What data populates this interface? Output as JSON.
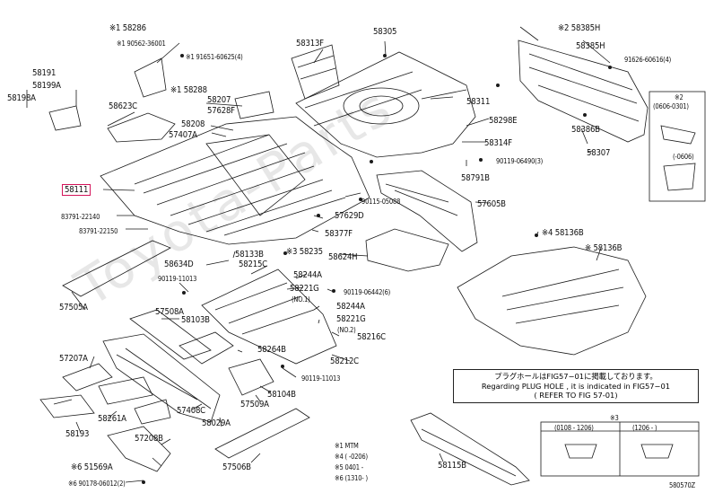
{
  "parts": {
    "p58286": "※1 58286",
    "p90562": "※1 90562-36001",
    "p91651": "※1 91651-60625(4)",
    "p58288": "※1 58288",
    "p58191": "58191",
    "p58199A": "58199A",
    "p58198A": "58198A",
    "p58623C": "58623C",
    "p58207": "58207",
    "p57628F": "57628F",
    "p58208": "58208",
    "p57407A": "57407A",
    "p58313F": "58313F",
    "p58305": "58305",
    "p58311": "58311",
    "p58298E": "58298E",
    "p58314F": "58314F",
    "p58385H1": "※2 58385H",
    "p58385H2": "58385H",
    "p91626": "91626-60616(4)",
    "p58386B": "58386B",
    "p58307": "58307",
    "p90119a": "90119-06490(3)",
    "p58791B": "58791B",
    "p58111": "58111",
    "p90115": "90115-05088",
    "p57605B": "57605B",
    "p57629D": "57629D",
    "p83791a": "83791-22140",
    "p83791b": "83791-22150",
    "p58377F": "58377F",
    "p58235": "※3 58235",
    "p58624H": "58624H",
    "p58136B1": "※4 58136B",
    "p58136B2": "※ 58136B",
    "p58634D": "58634D",
    "p58133B": "58133B",
    "p58215C": "58215C",
    "p58244A1": "58244A",
    "p90119b": "90119-11013",
    "p58221G1": "58221G",
    "p90119c": "90119-06442(6)",
    "p58244A2": "58244A",
    "p57505A": "57505A",
    "p57508A": "57508A",
    "p58103B": "58103B",
    "p58221G2": "58221G",
    "p58216C": "58216C",
    "p58264B": "58264B",
    "p58212C": "58212C",
    "p57207A": "57207A",
    "p90119d": "90119-11013",
    "p58104B": "58104B",
    "p57509A": "57509A",
    "p58261A": "58261A",
    "p57408C": "57408C",
    "p58029A": "58029A",
    "p58193": "58193",
    "p57208B": "57208B",
    "p57506B": "57506B",
    "p51569A": "※6 51569A",
    "p90178": "※6 90178-06012(2)",
    "p58115B": "58115B",
    "pNO1": "(NO.1)",
    "pNO2": "(NO.2)"
  },
  "note": {
    "line1": "プラグホールはFIG57−01に掲載しております。",
    "line2": "Regarding PLUG HOLE , it is indicated in FIG57−01",
    "line3": "( REFER TO FIG 57-01)"
  },
  "legend": {
    "l1": "※1 MTM",
    "l2": "※4 (    -0206)",
    "l3": "※5 0401 -",
    "l4": "※6 (1310- )"
  },
  "inset_right": {
    "title": "※2",
    "range1": "(0606-0301)",
    "range2": "(-0606)"
  },
  "inset_bottom": {
    "title": "※3",
    "range1": "(0108 - 1206)",
    "range2": "(1206 - )"
  },
  "footer_code": "580570Z",
  "colors": {
    "highlight": "#d4145a",
    "ink": "#1a1a1a"
  }
}
